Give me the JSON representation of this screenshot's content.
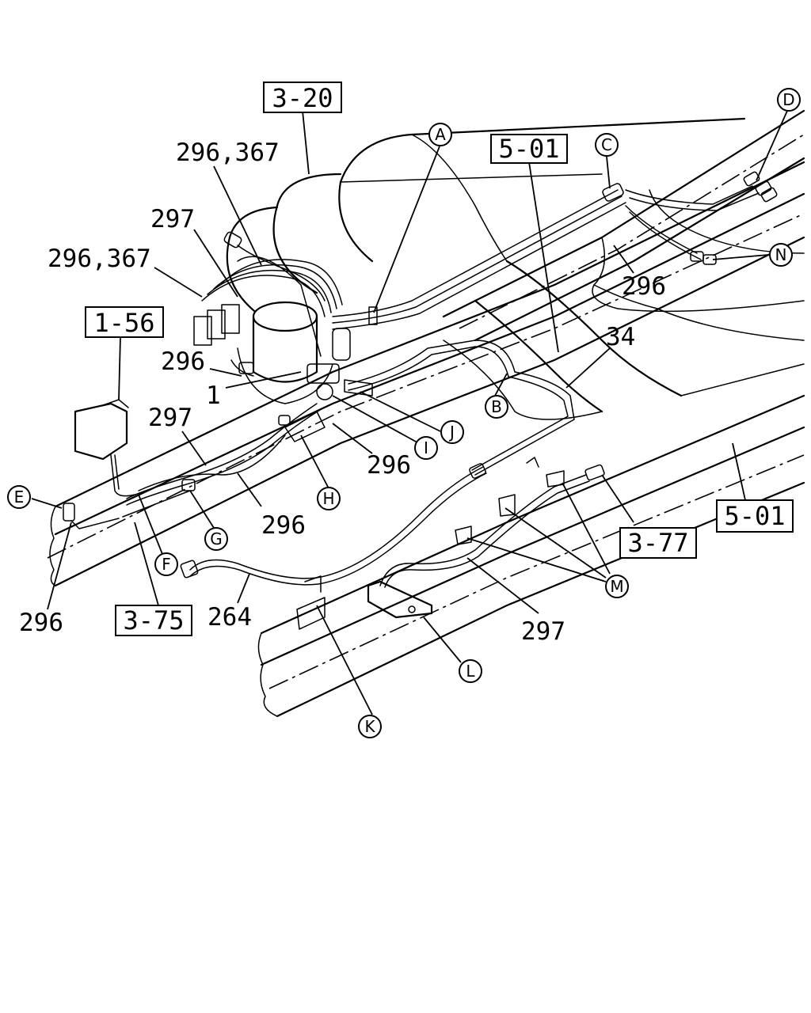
{
  "diagram": {
    "refs": {
      "r320": "3-20",
      "r501a": "5-01",
      "r501b": "5-01",
      "r156": "1-56",
      "r375": "3-75",
      "r377": "3-77"
    },
    "parts": {
      "p296_367a": "296,367",
      "p296_367b": "296,367",
      "p297a": "297",
      "p297b": "297",
      "p297c": "297",
      "p296a": "296",
      "p296b": "296",
      "p296c": "296",
      "p296d": "296",
      "p296e": "296",
      "p1": "1",
      "p34": "34",
      "p264": "264"
    },
    "callouts": {
      "A": "A",
      "B": "B",
      "C": "C",
      "D": "D",
      "E": "E",
      "F": "F",
      "G": "G",
      "H": "H",
      "I": "I",
      "J": "J",
      "K": "K",
      "L": "L",
      "M": "M",
      "N": "N"
    }
  }
}
